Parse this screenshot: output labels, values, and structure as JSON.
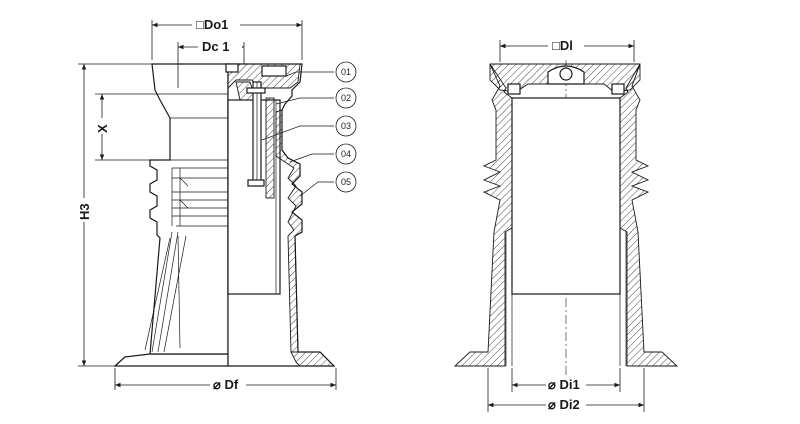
{
  "labels": {
    "do1": "□Do1",
    "dc1": "Dc 1",
    "x": "X",
    "h3": "H3",
    "df": "⌀ Df",
    "dl": "□Dl",
    "di1": "⌀ Di1",
    "di2": "⌀ Di2"
  },
  "callouts": [
    "01",
    "02",
    "03",
    "04",
    "05"
  ]
}
